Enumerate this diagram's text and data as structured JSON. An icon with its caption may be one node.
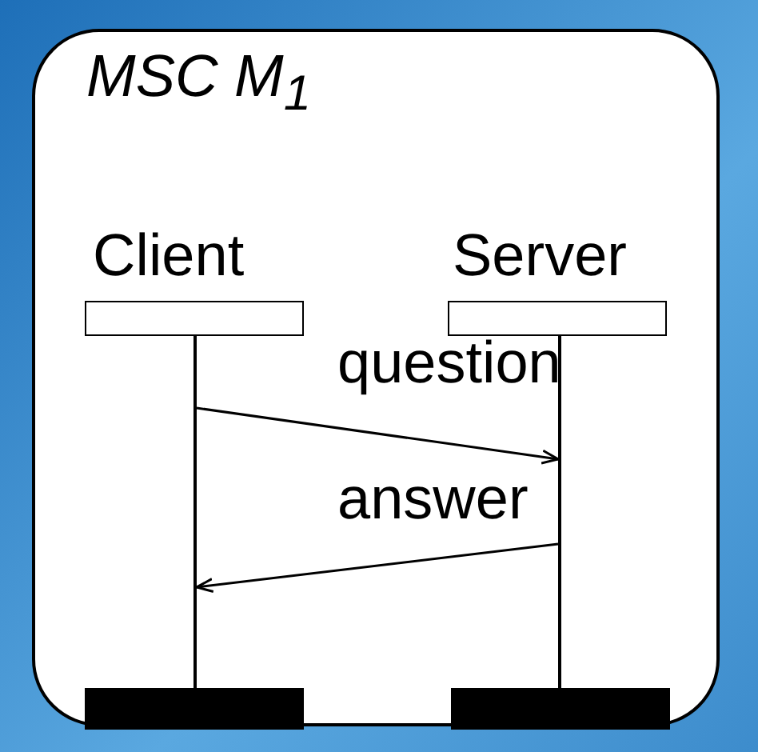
{
  "diagram": {
    "nodes": [
      {
        "text": [
          "MSC M$_{1}$"
        ]
      },
      {
        "text": [
          "Client"
        ],
        "in": 0
      },
      {
        "text": [
          "Server"
        ],
        "in": 0
      },
      {
        "text": [],
        "shape": "line",
        "in": 0
      },
      {
        "text": [],
        "shape": "line",
        "in": 0
      },
      {
        "text": [],
        "shape": "bar",
        "in": 0
      },
      {
        "text": [],
        "shape": "bar",
        "in": 0
      }
    ],
    "edges": [
      {
        "from": 3,
        "to": 4,
        "arrow": "to",
        "label": "question"
      },
      {
        "from": 4,
        "to": 3,
        "arrow": "to",
        "label": "answer"
      }
    ]
  }
}
